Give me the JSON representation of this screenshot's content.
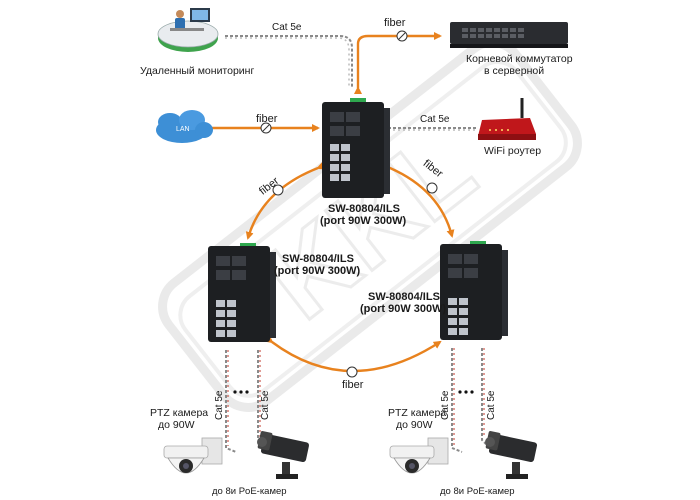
{
  "labels": {
    "remote_monitoring": "Удаленный мониторинг",
    "core_switch_line1": "Корневой коммутатор",
    "core_switch_line2": "в серверной",
    "wifi_router": "WiFi роутер",
    "lan": "LAN",
    "fiber": "fiber",
    "cat5e": "Cat 5e",
    "switch_model": "SW-80804/ILS",
    "switch_port": "(port 90W 300W)",
    "ptz_line1": "PTZ камера",
    "ptz_line2": "до 90W",
    "poe_cams": "до 8и  PoE-камер",
    "watermark": "KKL"
  },
  "colors": {
    "fiber": "#e8821e",
    "cable": "#7a7a7a",
    "cable_red": "#c0392b",
    "switch_body": "#1d1f22",
    "switch_green": "#2fa84f",
    "cloud": "#3d8fd6",
    "router_red": "#c0171b",
    "watermark": "#d9d9d9"
  }
}
